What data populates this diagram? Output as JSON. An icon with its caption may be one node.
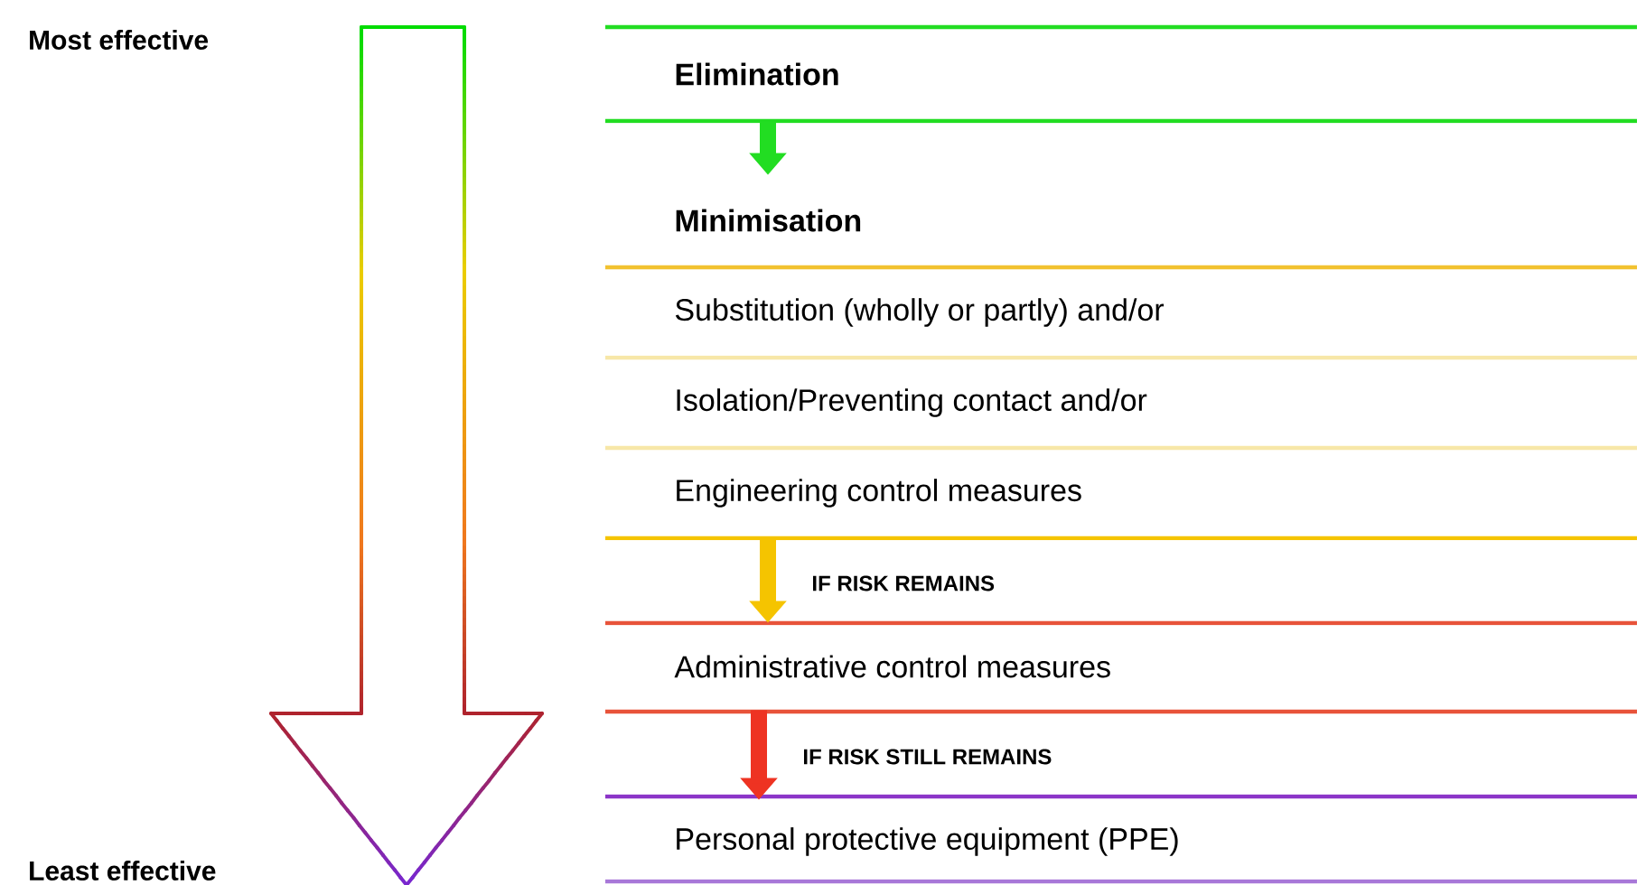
{
  "diagram": {
    "nodes": [
      {
        "text": [
          "Elimination"
        ]
      },
      {
        "text": [
          "Minimisation"
        ]
      },
      {
        "text": [
          "Substitution (wholly or partly) and/or"
        ]
      },
      {
        "text": [
          "Isolation/Preventing contact and/or"
        ]
      },
      {
        "text": [
          "Engineering control measures"
        ]
      },
      {
        "text": [
          "Administrative control measures"
        ]
      },
      {
        "text": [
          "Personal protective equipment (PPE)"
        ]
      }
    ],
    "edges": [
      {
        "from": 0,
        "to": 1,
        "arrow": "to",
        "color": "#22dd22"
      },
      {
        "from": 4,
        "to": 5,
        "arrow": "to",
        "color": "#f5c400",
        "label": "IF RISK REMAINS"
      },
      {
        "from": 5,
        "to": 6,
        "arrow": "to",
        "color": "#ee3322",
        "label": "IF RISK STILL REMAINS"
      }
    ],
    "labels": [
      "Most effective",
      "Least effective"
    ]
  }
}
